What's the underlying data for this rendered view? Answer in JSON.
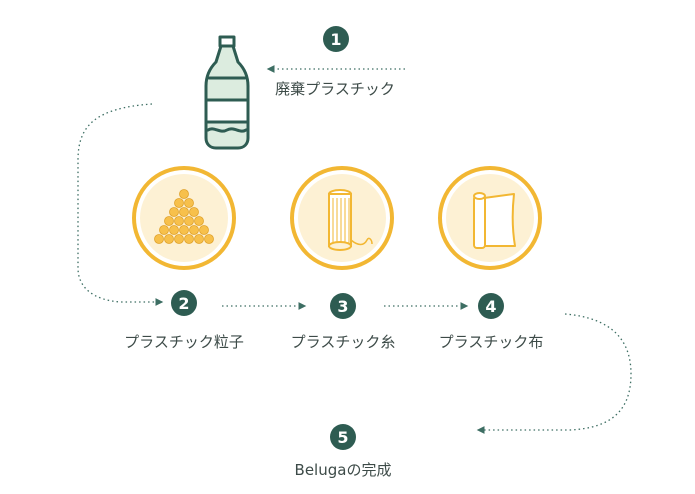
{
  "steps": [
    {
      "number": "1",
      "label": "廃棄プラスチック",
      "icon": "plastic-bottle-icon"
    },
    {
      "number": "2",
      "label": "プラスチック粒子",
      "icon": "plastic-pellets-icon"
    },
    {
      "number": "3",
      "label": "プラスチック糸",
      "icon": "thread-spool-icon"
    },
    {
      "number": "4",
      "label": "プラスチック布",
      "icon": "fabric-roll-icon"
    },
    {
      "number": "5",
      "label": "Belugaの完成"
    }
  ],
  "colors": {
    "step_badge": "#2e5c52",
    "accent_ring": "#f2b733",
    "icon_fill": "#f7c04b",
    "icon_light": "#fdf1d4",
    "bottle_stroke": "#2e5c52",
    "bottle_fill": "#dcecdf",
    "arrow": "#3d6e63",
    "label_text": "#3d4b48"
  }
}
